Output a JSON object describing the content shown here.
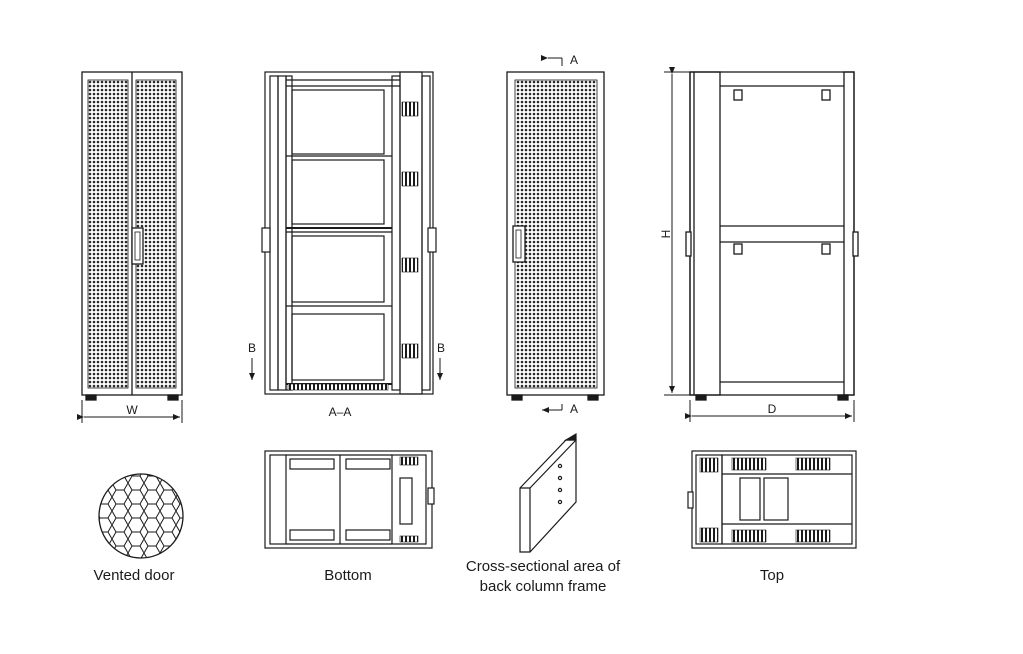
{
  "captions": {
    "vented_door": "Vented door",
    "bottom": "Bottom",
    "cross_section_line1": "Cross-sectional area of",
    "cross_section_line2": "back column frame",
    "top": "Top"
  },
  "section_marks": {
    "a_a": "A–A",
    "a": "A",
    "b": "B"
  },
  "dimensions": {
    "width": "W",
    "height": "H",
    "depth": "D"
  },
  "colors": {
    "line": "#1a1a1a",
    "perforation": "#2a2a2a"
  }
}
